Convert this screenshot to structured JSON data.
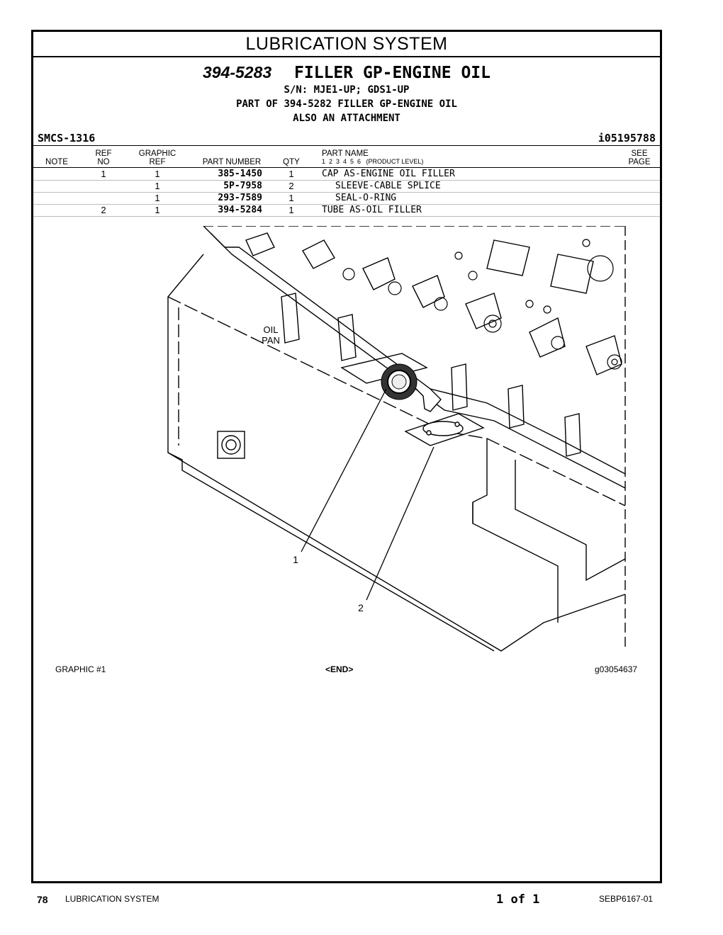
{
  "section_title": "LUBRICATION SYSTEM",
  "header": {
    "part_number": "394-5283",
    "part_title": "FILLER GP-ENGINE OIL",
    "sn": "S/N: MJE1-UP; GDS1-UP",
    "part_of": "PART OF 394-5282 FILLER GP-ENGINE OIL",
    "also": "ALSO AN ATTACHMENT",
    "smcs": "SMCS-1316",
    "ident": "i05195788"
  },
  "columns": {
    "note": "NOTE",
    "ref_top": "REF",
    "ref_bot": "NO",
    "graphic_top": "GRAPHIC",
    "graphic_bot": "REF",
    "part_number": "PART NUMBER",
    "qty": "QTY",
    "part_name": "PART NAME",
    "levels": "1  2  3  4  5  6   (PRODUCT LEVEL)",
    "see_top": "SEE",
    "see_bot": "PAGE"
  },
  "parts": [
    {
      "ref": "1",
      "graphic": "1",
      "part_number": "385-1450",
      "qty": "1",
      "name": "CAP AS-ENGINE OIL FILLER",
      "indent": 0
    },
    {
      "ref": "",
      "graphic": "1",
      "part_number": "5P-7958",
      "qty": "2",
      "name": "SLEEVE-CABLE SPLICE",
      "indent": 1
    },
    {
      "ref": "",
      "graphic": "1",
      "part_number": "293-7589",
      "qty": "1",
      "name": "SEAL-O-RING",
      "indent": 1
    },
    {
      "ref": "2",
      "graphic": "1",
      "part_number": "394-5284",
      "qty": "1",
      "name": "TUBE AS-OIL FILLER",
      "indent": 0
    }
  ],
  "graphic": {
    "label_oil": "OIL",
    "label_pan": "PAN",
    "callout_1": "1",
    "callout_2": "2",
    "caption_left": "GRAPHIC #1",
    "caption_mid": "<END>",
    "caption_right": "g03054637"
  },
  "footer": {
    "page_number": "78",
    "section": "LUBRICATION SYSTEM",
    "page_of": "1 of 1",
    "doc_id": "SEBP6167-01"
  }
}
